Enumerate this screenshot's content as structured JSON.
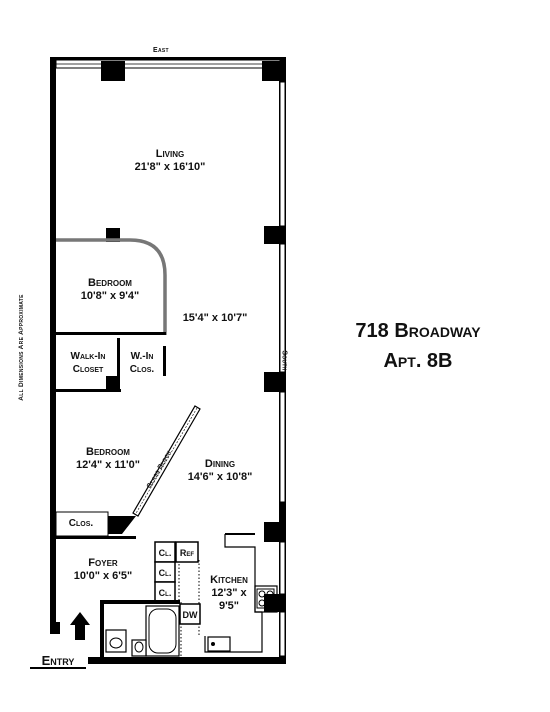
{
  "compass": {
    "top": "East",
    "right": "South"
  },
  "listing": {
    "address": "718 Broadway",
    "unit": "Apt. 8B"
  },
  "disclaimer": "All Dimensions Are Approximate",
  "rooms": {
    "living": {
      "name": "Living",
      "size": "21'8\" x 16'10\""
    },
    "center": {
      "size": "15'4\" x 10'7\""
    },
    "bedroom1": {
      "name": "Bedroom",
      "size": "10'8\" x 9'4\""
    },
    "walkin": {
      "line1": "Walk-In",
      "line2": "Closet"
    },
    "win": {
      "line1": "W.-In",
      "line2": "Clos."
    },
    "bedroom2": {
      "name": "Bedroom",
      "size": "12'4\" x 11'0\""
    },
    "clos": {
      "name": "Clos."
    },
    "dining": {
      "name": "Dining",
      "size": "14'6\" x 10'8\""
    },
    "glass_block": "Glass Block",
    "foyer": {
      "name": "Foyer",
      "size": "10'0\" x 6'5\""
    },
    "kitchen": {
      "name": "Kitchen",
      "size_line1": "12'3\" x",
      "size_line2": "9'5\""
    },
    "cl1": "Cl.",
    "ref": "Ref",
    "cl2": "Cl.",
    "cl3": "Cl.",
    "dw": "DW"
  },
  "entry": "Entry"
}
